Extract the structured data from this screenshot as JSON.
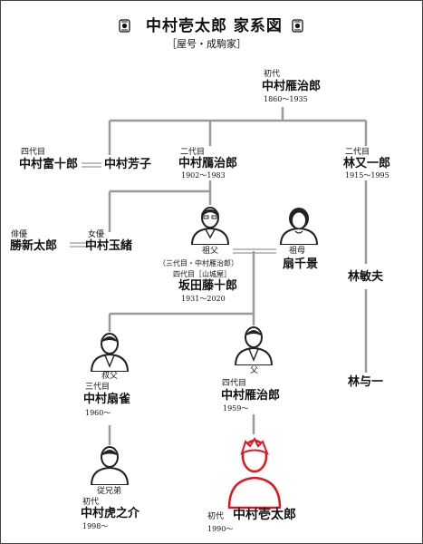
{
  "header": {
    "title": "中村壱太郎 家系図",
    "subtitle": "［屋号・成駒家］",
    "crest_icon": "family-crest-icon"
  },
  "colors": {
    "line": "#9a9a9a",
    "figure": "#222222",
    "highlight": "#e8141c"
  },
  "people": {
    "ganjiro1": {
      "gen": "初代",
      "name": "中村雁治郎",
      "years": "1860～1935"
    },
    "tomijuro4": {
      "gen": "四代目",
      "name": "中村富十郎"
    },
    "yoshiko": {
      "name": "中村芳子"
    },
    "senjaku2": {
      "gen": "二代目",
      "name": "中村鴈治郎",
      "years": "1902～1983"
    },
    "matajiro2": {
      "gen": "二代目",
      "name": "林又一郎",
      "years": "1915～1995"
    },
    "shintaro": {
      "role": "俳優",
      "name": "勝新太郎"
    },
    "tamao": {
      "role": "女優",
      "name": "中村玉緒"
    },
    "grandfather": {
      "relation": "祖父",
      "former": "（三代目・中村雁治郎）",
      "gen": "四代目［山城屋］",
      "name": "坂田藤十郎",
      "years": "1931～2020"
    },
    "grandmother": {
      "relation": "祖母",
      "name": "扇千景"
    },
    "toshio": {
      "name": "林敏夫"
    },
    "yoichi": {
      "name": "林与一"
    },
    "uncle": {
      "relation": "叔父",
      "gen": "三代目",
      "name": "中村扇雀",
      "years": "1960～"
    },
    "father": {
      "relation": "父",
      "gen": "四代目",
      "name": "中村雁治郎",
      "years": "1959～"
    },
    "cousin": {
      "relation": "従兄弟",
      "gen": "初代",
      "name": "中村虎之介",
      "years": "1998～"
    },
    "self": {
      "gen": "初代",
      "name": "中村壱太郎",
      "years": "1990～"
    }
  }
}
